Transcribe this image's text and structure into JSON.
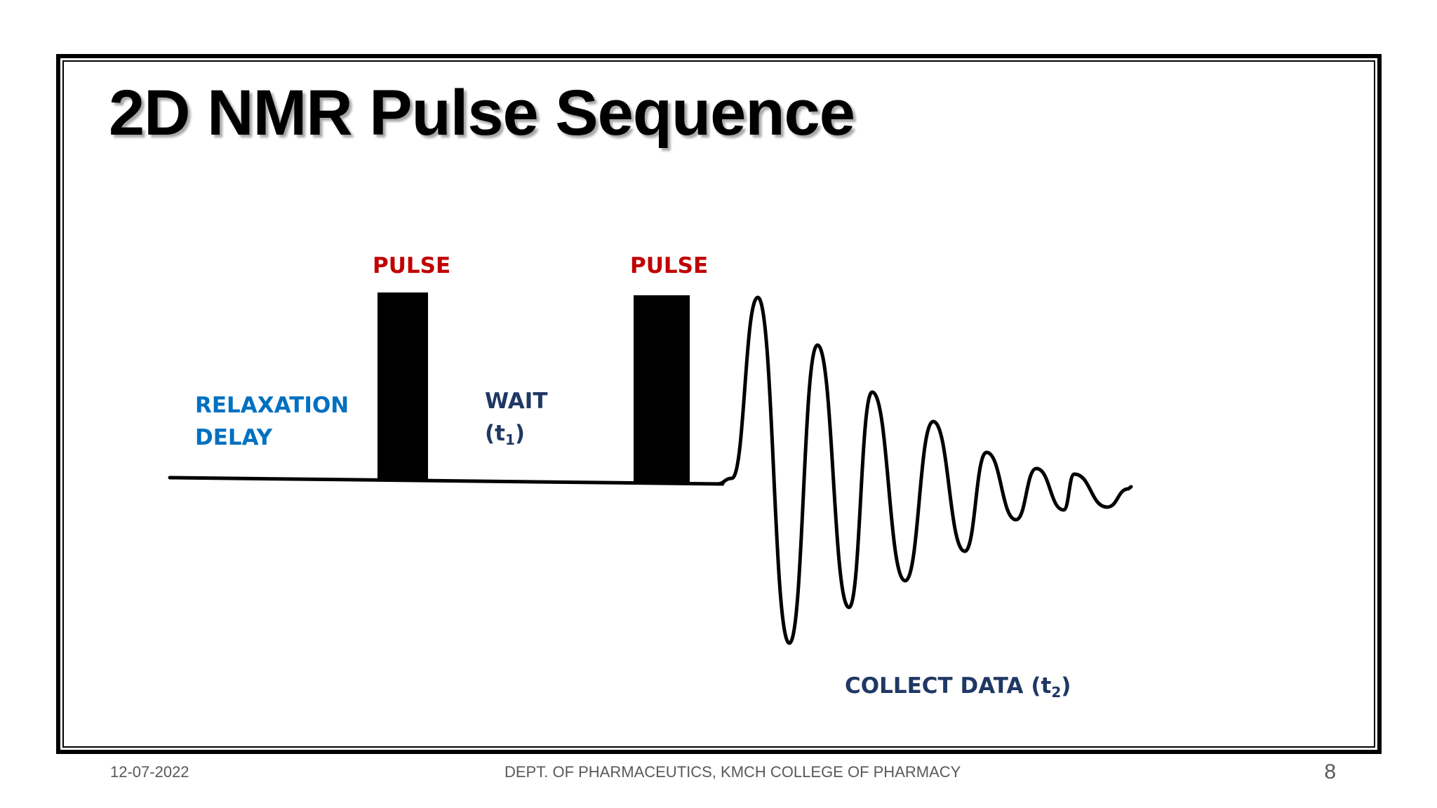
{
  "slide": {
    "title": "2D NMR Pulse Sequence",
    "page_number": "8"
  },
  "diagram": {
    "pulse1_label": "PULSE",
    "pulse2_label": "PULSE",
    "relaxation_label_line1": "RELAXATION",
    "relaxation_label_line2": "DELAY",
    "wait_label_line1": "WAIT",
    "wait_label_line2_prefix": "(t",
    "wait_label_subscript": "1",
    "wait_label_suffix": ")",
    "collect_label_prefix": "COLLECT DATA (t",
    "collect_label_subscript": "2",
    "collect_label_suffix": ")",
    "colors": {
      "pulse_label": "#C00000",
      "relaxation_label": "#0070C0",
      "wait_collect_label": "#1F3864",
      "lines": "#000000"
    }
  },
  "footer": {
    "date": "12-07-2022",
    "department": "DEPT. OF PHARMACEUTICS, KMCH COLLEGE OF PHARMACY"
  }
}
